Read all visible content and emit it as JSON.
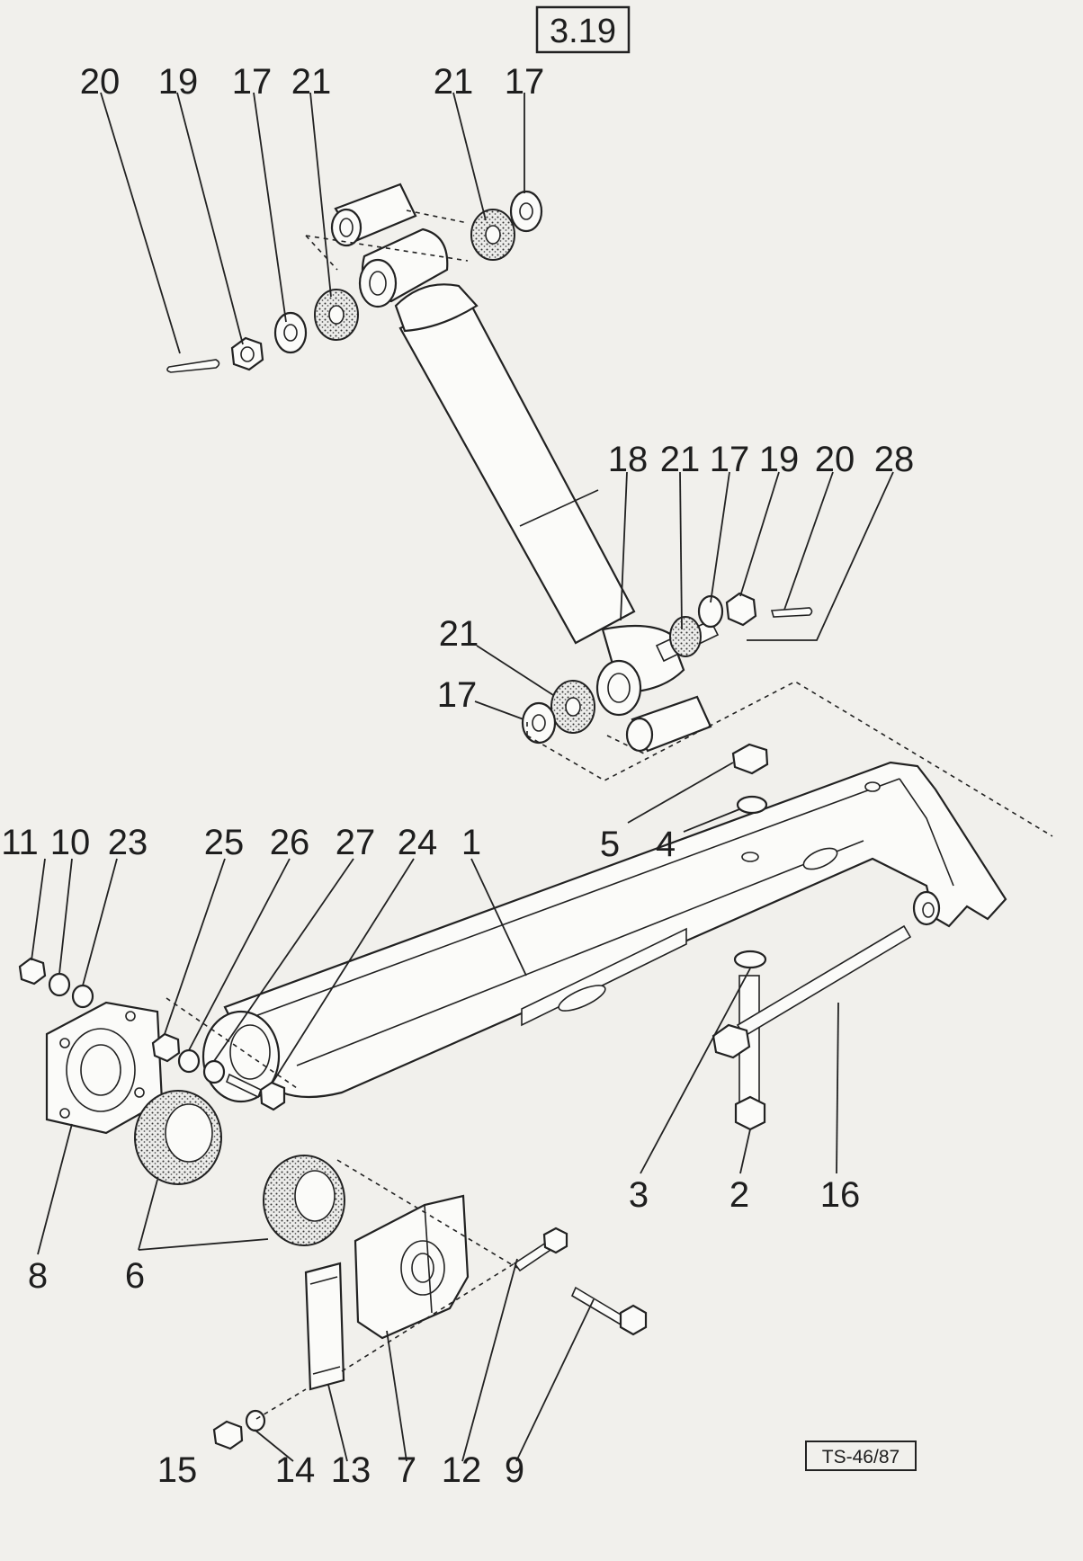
{
  "page": {
    "box_label": "3.19",
    "drawing_number": "TS-46/87"
  },
  "colors": {
    "ink": "#222222",
    "paper": "#f1f0ec",
    "ghost_text": "#d9d7d2"
  },
  "callouts": [
    {
      "id": "c-20a",
      "number": "20"
    },
    {
      "id": "c-19a",
      "number": "19"
    },
    {
      "id": "c-17a",
      "number": "17"
    },
    {
      "id": "c-21a",
      "number": "21"
    },
    {
      "id": "c-21b",
      "number": "21"
    },
    {
      "id": "c-17b",
      "number": "17"
    },
    {
      "id": "c-18",
      "number": "18"
    },
    {
      "id": "c-21c",
      "number": "21"
    },
    {
      "id": "c-17c",
      "number": "17"
    },
    {
      "id": "c-19b",
      "number": "19"
    },
    {
      "id": "c-20b",
      "number": "20"
    },
    {
      "id": "c-28",
      "number": "28"
    },
    {
      "id": "c-21d",
      "number": "21"
    },
    {
      "id": "c-17d",
      "number": "17"
    },
    {
      "id": "c-5",
      "number": "5"
    },
    {
      "id": "c-4",
      "number": "4"
    },
    {
      "id": "c-11",
      "number": "11"
    },
    {
      "id": "c-10",
      "number": "10"
    },
    {
      "id": "c-23",
      "number": "23"
    },
    {
      "id": "c-25",
      "number": "25"
    },
    {
      "id": "c-26",
      "number": "26"
    },
    {
      "id": "c-27",
      "number": "27"
    },
    {
      "id": "c-24",
      "number": "24"
    },
    {
      "id": "c-1",
      "number": "1"
    },
    {
      "id": "c-3",
      "number": "3"
    },
    {
      "id": "c-2",
      "number": "2"
    },
    {
      "id": "c-16",
      "number": "16"
    },
    {
      "id": "c-8",
      "number": "8"
    },
    {
      "id": "c-6",
      "number": "6"
    },
    {
      "id": "c-15",
      "number": "15"
    },
    {
      "id": "c-14",
      "number": "14"
    },
    {
      "id": "c-13",
      "number": "13"
    },
    {
      "id": "c-7",
      "number": "7"
    },
    {
      "id": "c-12",
      "number": "12"
    },
    {
      "id": "c-9",
      "number": "9"
    }
  ]
}
